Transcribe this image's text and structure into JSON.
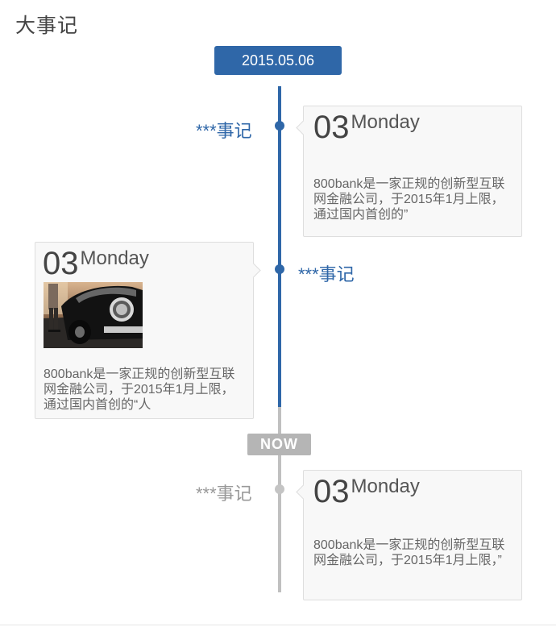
{
  "page": {
    "title": "大事记"
  },
  "timeline": {
    "date_badge": "2015.05.06",
    "now_badge": "NOW",
    "events": [
      {
        "label": "***事记",
        "day": "03",
        "weekday": "Monday",
        "text": "800bank是一家正规的创新型互联网金融公司，于2015年1月上限，通过国内首创的”"
      },
      {
        "label": "***事记",
        "day": "03",
        "weekday": "Monday",
        "text": "800bank是一家正规的创新型互联网金融公司，于2015年1月上限，通过国内首创的“人"
      },
      {
        "label": "***事记",
        "day": "03",
        "weekday": "Monday",
        "text": "800bank是一家正规的创新型互联网金融公司，于2015年1月上限，”"
      }
    ]
  },
  "colors": {
    "accent": "#2f67a8",
    "past_line": "#c0c0c0",
    "now_badge": "#b5b5b5",
    "card_bg": "#f8f8f8"
  }
}
